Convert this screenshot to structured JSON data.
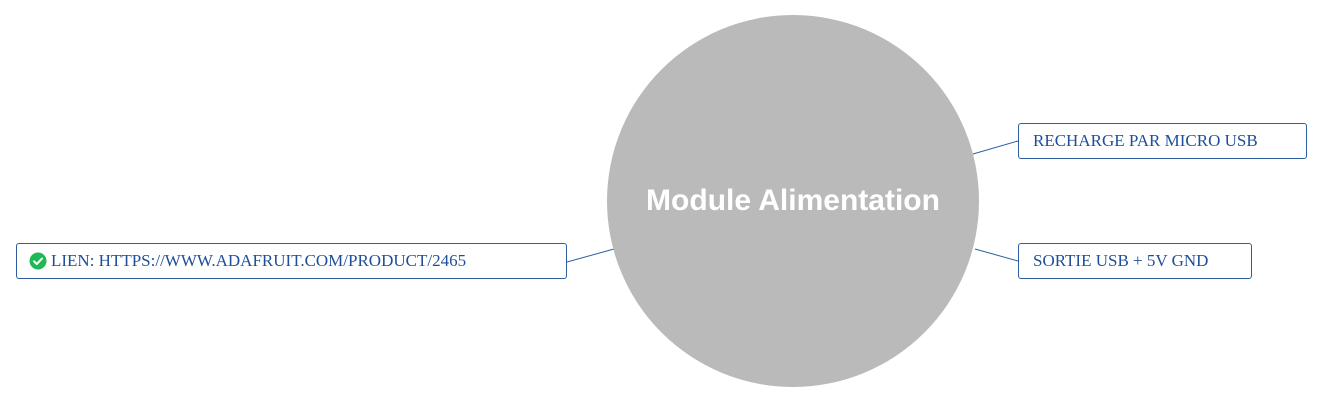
{
  "central_topic": {
    "label": "Module Alimentation",
    "color": "#bababa"
  },
  "branches": [
    {
      "label": "LIEN: HTTPS://WWW.ADAFRUIT.COM/PRODUCT/2465",
      "icon": "check-circle-icon",
      "icon_color": "#1db954"
    },
    {
      "label": "RECHARGE PAR MICRO USB"
    },
    {
      "label": "SORTIE USB + 5V GND"
    }
  ],
  "colors": {
    "branch_border": "#2d5fa0",
    "branch_text": "#1e4f98",
    "connector": "#2d5fa0"
  }
}
